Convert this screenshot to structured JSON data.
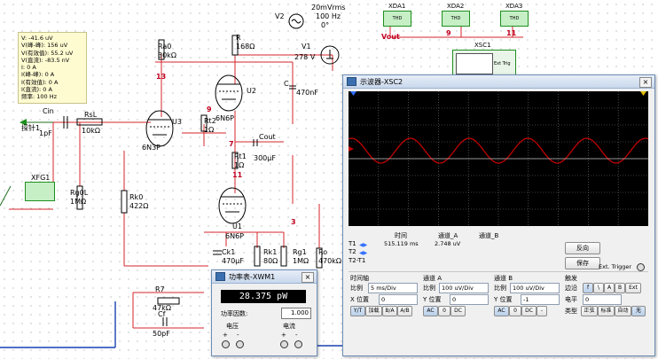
{
  "probe": {
    "lines": [
      "V: -41.6 uV",
      "V(峰-峰): 156 uV",
      "V(有效值): 55.2 uV",
      "V(直流): -83.5 nV",
      "I: 0 A",
      "I(峰-峰): 0 A",
      "I(有效值): 0 A",
      "I(直流): 0 A",
      "频率: 100 Hz"
    ]
  },
  "components": {
    "v2": {
      "name": "V2",
      "spec1": "20mVrms",
      "spec2": "100 Hz",
      "spec3": "0°"
    },
    "v1": {
      "name": "V1",
      "value": "278 V"
    },
    "xda1": "XDA1",
    "xda2": "XDA2",
    "xda3": "XDA3",
    "xsc1": "XSC1",
    "thd": "THD",
    "ra0": {
      "name": "Ra0",
      "value": "30kΩ"
    },
    "r": {
      "name": "R",
      "value": "168Ω"
    },
    "u2": {
      "name": "U2",
      "model": "6N6P"
    },
    "u3": {
      "name": "U3",
      "model": "6N3P"
    },
    "u1": {
      "name": "U1",
      "model": "6N6P"
    },
    "c": {
      "name": "C",
      "value": "470nF"
    },
    "cin": {
      "name": "Cin",
      "value": "1pF"
    },
    "rsl": {
      "name": "RsL",
      "value": "10kΩ"
    },
    "rt2": {
      "name": "Rt2",
      "value": "1Ω"
    },
    "rt1": {
      "name": "Rt1",
      "value": "1Ω"
    },
    "cout": {
      "name": "Cout",
      "value": "300µF"
    },
    "xfg1": "XFG1",
    "rg0l": {
      "name": "Rg0L",
      "value": "1MΩ"
    },
    "rk0": {
      "name": "Rk0",
      "value": "422Ω"
    },
    "ck1": {
      "name": "Ck1",
      "value": "470µF"
    },
    "rk1": {
      "name": "Rk1",
      "value": "80Ω"
    },
    "rg1": {
      "name": "Rg1",
      "value": "1MΩ"
    },
    "ro": {
      "name": "Ro",
      "value": "470kΩ"
    },
    "r7": {
      "name": "R7",
      "value": "47kΩ"
    },
    "cf": {
      "name": "Cf",
      "value": "50pF"
    },
    "probe_tag": "探针1",
    "vout": "Vout"
  },
  "nets": {
    "n13": "13",
    "n9a": "9",
    "n11a": "11",
    "n9b": "9",
    "n7": "7",
    "n11b": "11",
    "n3": "3"
  },
  "wattmeter": {
    "title": "功率表-XWM1",
    "reading": "28.375 pW",
    "pf_label": "功率因数:",
    "pf_value": "1.000",
    "voltage_label": "电压",
    "current_label": "电流",
    "plus": "+",
    "minus": "-"
  },
  "scope": {
    "title": "示波器-XSC2",
    "cursor_t1": "T1",
    "cursor_t2": "T2",
    "cursor_t2t1": "T2-T1",
    "col_time": "时间",
    "col_a": "通道_A",
    "col_b": "通道_B",
    "t1_time": "515.119 ms",
    "t1_a": "2.748 uV",
    "reverse_btn": "反向",
    "save_btn": "保存",
    "ext_trigger": "Ext. Trigger",
    "timebase": {
      "header": "时间轴",
      "scale_label": "比例",
      "scale": "5 ms/Div",
      "pos_label": "X 位置",
      "pos": "0"
    },
    "channel_a": {
      "header": "通道 A",
      "scale_label": "比例",
      "scale": "100 uV/Div",
      "pos_label": "Y 位置",
      "pos": "0"
    },
    "channel_b": {
      "header": "通道 B",
      "scale_label": "比例",
      "scale": "100 uV/Div",
      "pos_label": "Y 位置",
      "pos": "-1"
    },
    "trigger": {
      "header": "触发",
      "edge_label": "边沿",
      "level_label": "电平",
      "level": "0",
      "type_label": "类型"
    },
    "mode_buttons": [
      "Y/T",
      "加载",
      "B/A",
      "A/B"
    ],
    "coupling_a": [
      "AC",
      "0",
      "DC"
    ],
    "coupling_b": [
      "AC",
      "0",
      "DC",
      "-"
    ],
    "edge_buttons": [
      "f",
      "\\",
      "A",
      "B",
      "Ext"
    ],
    "type_buttons": [
      "正弦",
      "标准",
      "自动",
      "无"
    ],
    "signal_color": "#c00000"
  },
  "xsc1_face": "Ext Trig"
}
